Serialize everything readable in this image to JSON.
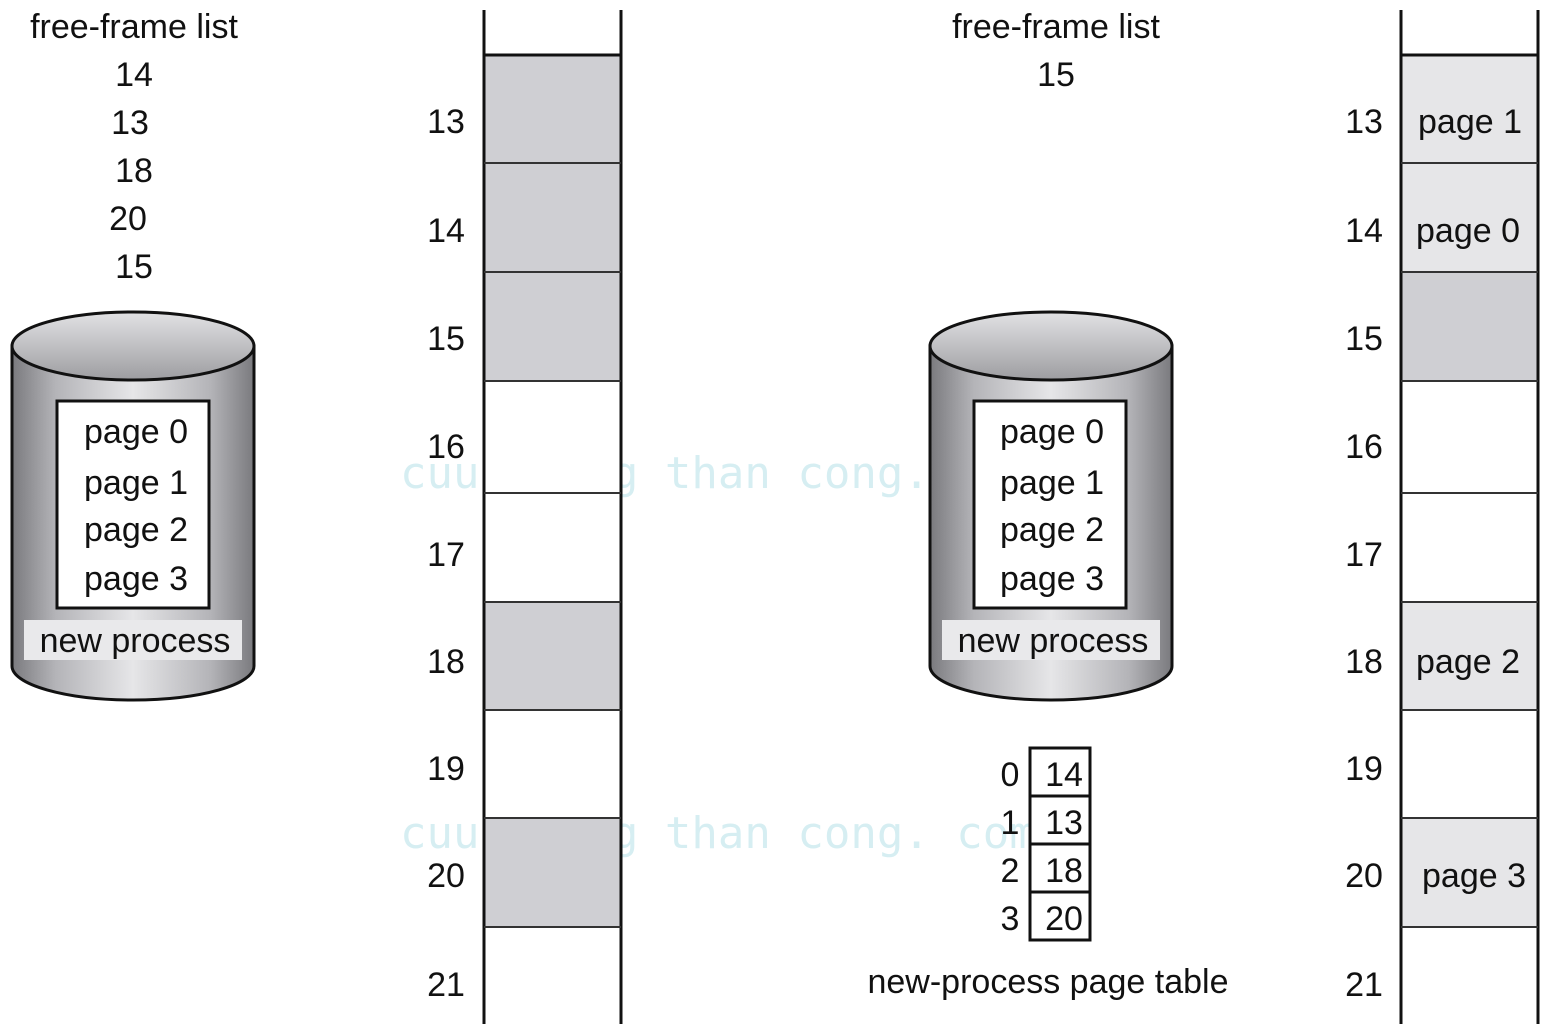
{
  "before": {
    "free_frame_list_title": "free-frame list",
    "free_frames": [
      "14",
      "13",
      "18",
      "20",
      "15"
    ],
    "disk": {
      "pages": [
        "page 0",
        "page 1",
        "page 2",
        "page 3"
      ],
      "label": "new process"
    },
    "memory": {
      "frames": [
        {
          "number": "13",
          "state": "free"
        },
        {
          "number": "14",
          "state": "free"
        },
        {
          "number": "15",
          "state": "free"
        },
        {
          "number": "16",
          "state": "used"
        },
        {
          "number": "17",
          "state": "used"
        },
        {
          "number": "18",
          "state": "free"
        },
        {
          "number": "19",
          "state": "used"
        },
        {
          "number": "20",
          "state": "free"
        },
        {
          "number": "21",
          "state": "used"
        }
      ]
    }
  },
  "after": {
    "free_frame_list_title": "free-frame list",
    "free_frames": [
      "15"
    ],
    "disk": {
      "pages": [
        "page 0",
        "page 1",
        "page 2",
        "page 3"
      ],
      "label": "new process"
    },
    "page_table": {
      "caption": "new-process page table",
      "entries": [
        {
          "index": "0",
          "frame": "14"
        },
        {
          "index": "1",
          "frame": "13"
        },
        {
          "index": "2",
          "frame": "18"
        },
        {
          "index": "3",
          "frame": "20"
        }
      ]
    },
    "memory": {
      "frames": [
        {
          "number": "13",
          "state": "allocated",
          "content": "page 1"
        },
        {
          "number": "14",
          "state": "allocated",
          "content": "page 0"
        },
        {
          "number": "15",
          "state": "free",
          "content": ""
        },
        {
          "number": "16",
          "state": "used",
          "content": ""
        },
        {
          "number": "17",
          "state": "used",
          "content": ""
        },
        {
          "number": "18",
          "state": "allocated",
          "content": "page 2"
        },
        {
          "number": "19",
          "state": "used",
          "content": ""
        },
        {
          "number": "20",
          "state": "allocated",
          "content": "page 3"
        },
        {
          "number": "21",
          "state": "used",
          "content": ""
        }
      ]
    }
  },
  "watermark": "cuu duong than cong. com",
  "colors": {
    "free_frame": "#cfcfd3",
    "allocated_frame": "#e6e6e8",
    "used_frame": "#ffffff",
    "disk_body": "#a9a9ad",
    "disk_top": "#c4c4c8",
    "watermark": "#d6eef2"
  }
}
